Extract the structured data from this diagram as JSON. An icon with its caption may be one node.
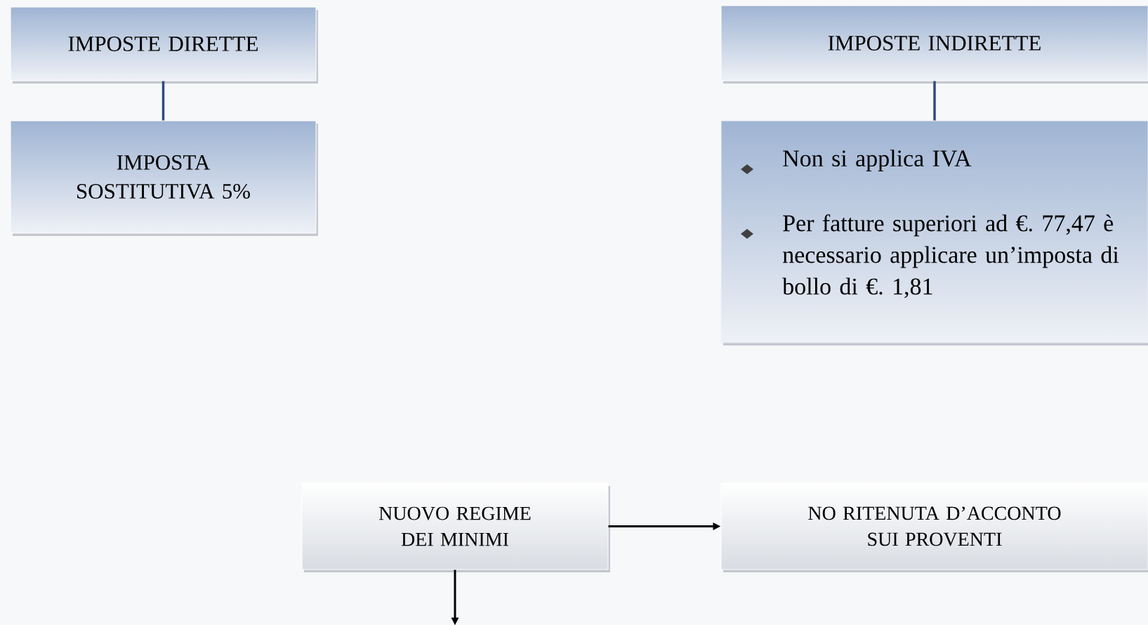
{
  "diagram": {
    "nodes": [
      {
        "text": [
          "IMPOSTE DIRETTE"
        ]
      },
      {
        "text": [
          "IMPOSTA SOSTITUTIVA 5%"
        ]
      },
      {
        "text": [
          "IMPOSTE   INDIRETTE"
        ]
      },
      {
        "text": [
          "Non si applica IVA",
          "Per fatture superiori ad €. 77,47 è necessario applicare un’imposta di bollo di €. 1,81"
        ]
      },
      {
        "text": [
          "NUOVO REGIME DEI MINIMI"
        ]
      },
      {
        "text": [
          "NO RITENUTA D’ACCONTO SUI PROVENTI"
        ]
      }
    ],
    "edges": [
      {
        "from": 0,
        "to": 1,
        "arrow": "none",
        "color": "#2f4d7c"
      },
      {
        "from": 2,
        "to": 3,
        "arrow": "none",
        "color": "#2f4d7c"
      },
      {
        "from": 4,
        "to": 5,
        "arrow": "to",
        "color": "#000000"
      },
      {
        "from": 4,
        "to": null,
        "arrow": "to",
        "color": "#000000"
      }
    ]
  }
}
